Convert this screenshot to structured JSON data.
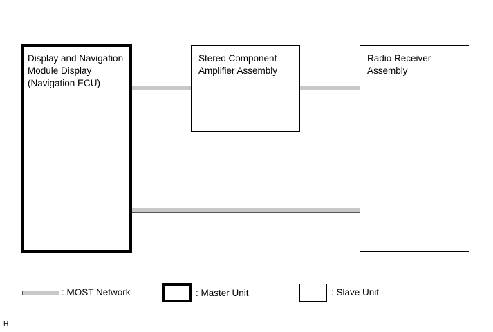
{
  "diagram": {
    "nodes": {
      "navigation_ecu": {
        "label": "Display and Navigation\nModule Display\n(Navigation ECU)",
        "role": "master"
      },
      "amplifier": {
        "label": "Stereo Component\nAmplifier Assembly",
        "role": "slave"
      },
      "radio_receiver": {
        "label": "Radio Receiver\nAssembly",
        "role": "slave"
      }
    },
    "links": [
      {
        "from": "Display and Navigation Module Display (Navigation ECU)",
        "to": "Stereo Component Amplifier Assembly",
        "type": "MOST Network"
      },
      {
        "from": "Stereo Component Amplifier Assembly",
        "to": "Radio Receiver Assembly",
        "type": "MOST Network"
      },
      {
        "from": "Radio Receiver Assembly",
        "to": "Display and Navigation Module Display (Navigation ECU)",
        "type": "MOST Network"
      }
    ]
  },
  "legend": {
    "most_network": ": MOST Network",
    "master_unit": ": Master Unit",
    "slave_unit": ": Slave Unit"
  },
  "figure_code": "H",
  "colors": {
    "line_fill": "#c8c8c8",
    "line_border": "#555555",
    "box_border": "#000000"
  }
}
